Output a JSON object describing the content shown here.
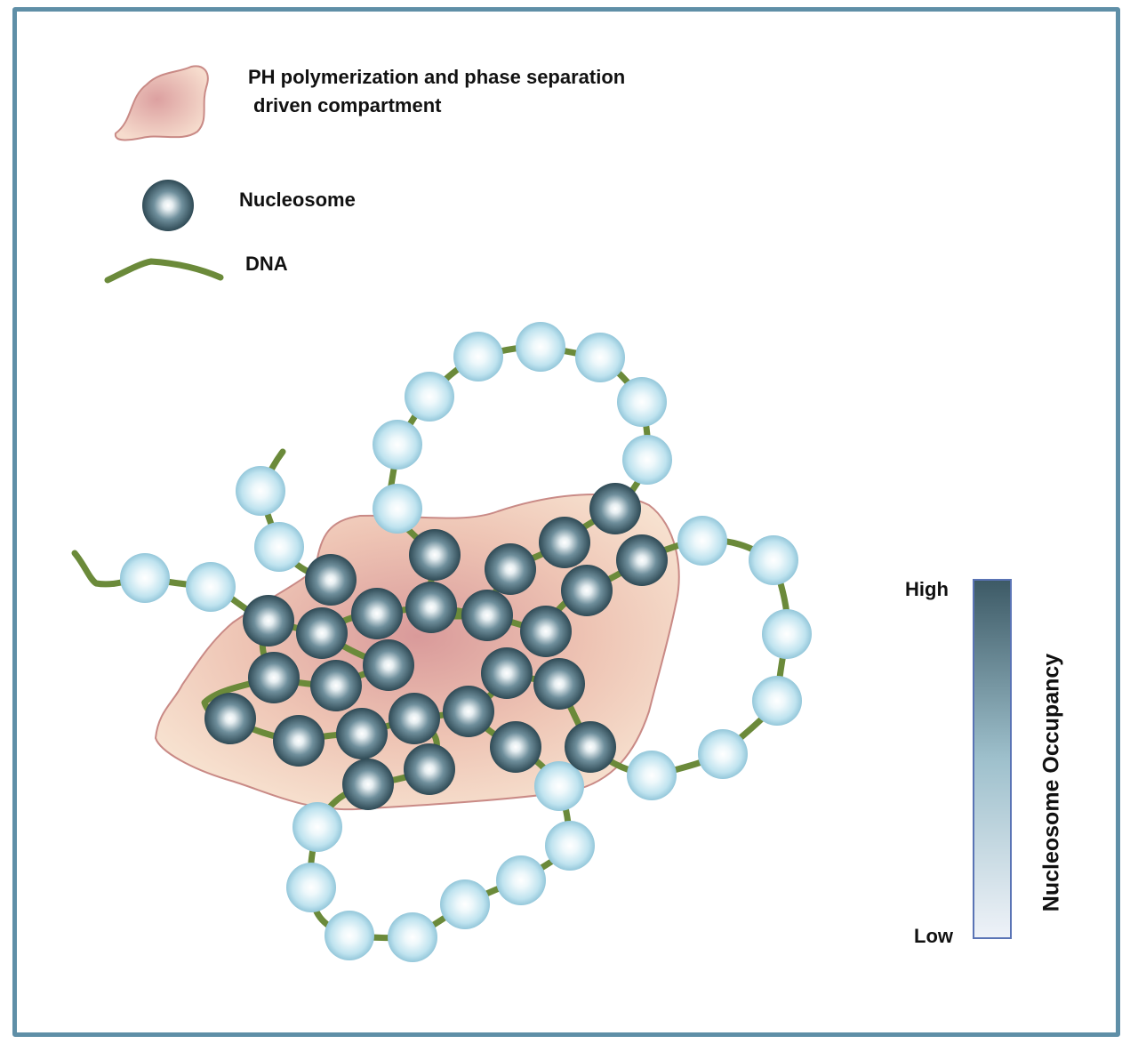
{
  "legend": {
    "compartment_label_line1": "PH polymerization and phase separation",
    "compartment_label_line2": "driven compartment",
    "nucleosome_label": "Nucleosome",
    "dna_label": "DNA"
  },
  "scale": {
    "title": "Nucleosome Occupancy",
    "high_label": "High",
    "low_label": "Low",
    "high_color": "#3d5a66",
    "low_color": "#eef2f8"
  },
  "colors": {
    "frame": "#5f8fa7",
    "dna": "#6b8a3a",
    "compartment_fill": "#eebcaa",
    "compartment_stroke": "#c98a86",
    "dense_nucleosome": "#4a6b78",
    "open_nucleosome": "#bfe3ef"
  }
}
